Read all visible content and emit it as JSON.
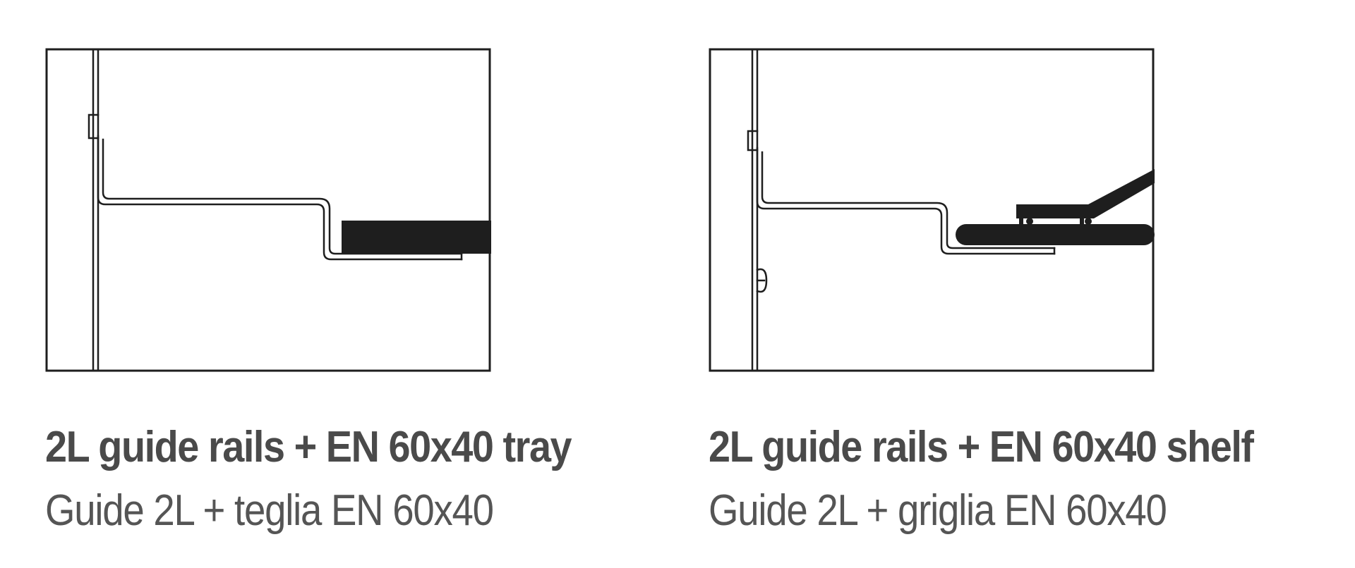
{
  "panels": [
    {
      "title_en": "2L guide rails + EN 60x40 tray",
      "title_it": "Guide 2L + teglia EN 60x40"
    },
    {
      "title_en": "2L guide rails + EN 60x40 shelf",
      "title_it": "Guide 2L + griglia EN 60x40"
    }
  ],
  "colors": {
    "line": "#1e1e1e",
    "text_bold": "#4a4a4a",
    "text_regular": "#555555"
  }
}
